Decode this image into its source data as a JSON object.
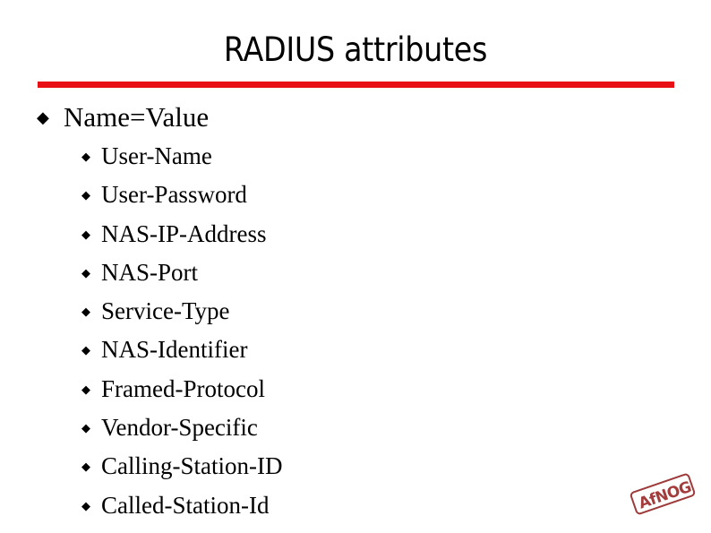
{
  "slide": {
    "title": "RADIUS attributes",
    "accent_color": "#e81014",
    "text_color": "#000000",
    "background_color": "#ffffff",
    "bullet_glyph": "◆",
    "outline": [
      {
        "level": 1,
        "text": "Name=Value"
      },
      {
        "level": 2,
        "text": "User-Name"
      },
      {
        "level": 2,
        "text": "User-Password"
      },
      {
        "level": 2,
        "text": "NAS-IP-Address"
      },
      {
        "level": 2,
        "text": "NAS-Port"
      },
      {
        "level": 2,
        "text": "Service-Type"
      },
      {
        "level": 2,
        "text": "NAS-Identifier"
      },
      {
        "level": 2,
        "text": "Framed-Protocol"
      },
      {
        "level": 2,
        "text": "Vendor-Specific"
      },
      {
        "level": 2,
        "text": "Calling-Station-ID"
      },
      {
        "level": 2,
        "text": "Called-Station-Id"
      }
    ]
  },
  "logo": {
    "text": "AfNOG",
    "color": "#a33c3c"
  }
}
